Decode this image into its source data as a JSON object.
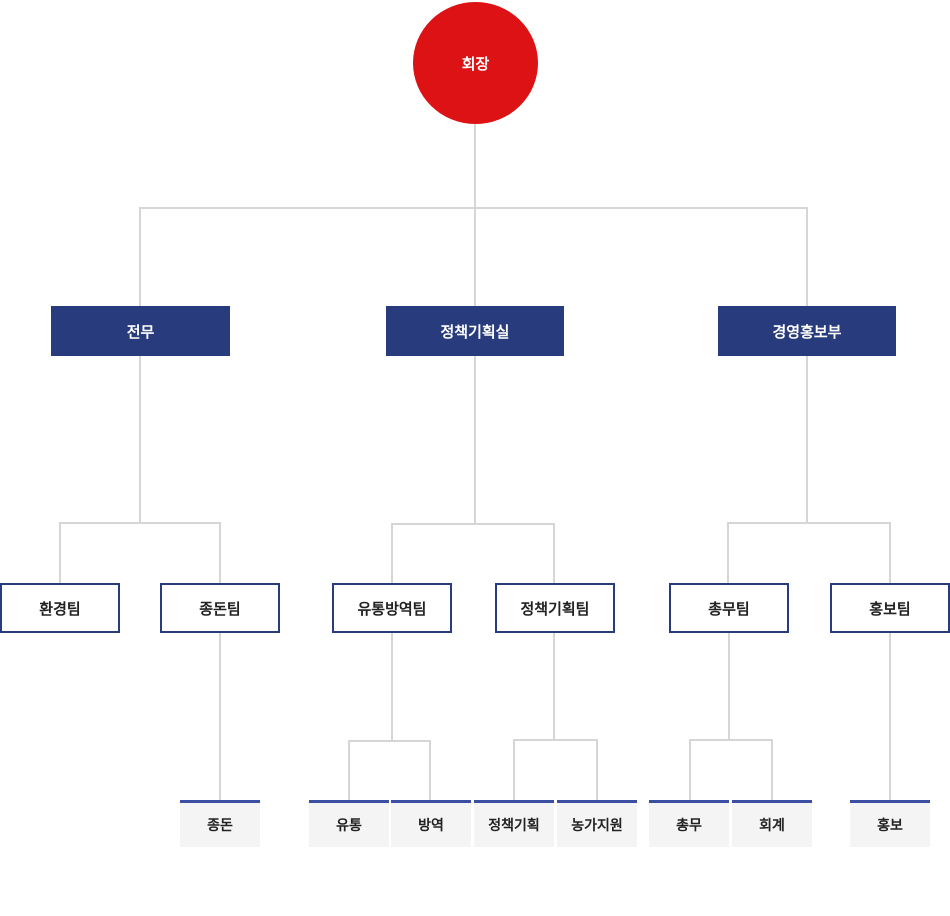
{
  "chairman": "회장",
  "departments": [
    {
      "label": "전무"
    },
    {
      "label": "정책기획실"
    },
    {
      "label": "경영홍보부"
    }
  ],
  "teams": [
    {
      "label": "환경팀"
    },
    {
      "label": "종돈팀"
    },
    {
      "label": "유통방역팀"
    },
    {
      "label": "정책기획팀"
    },
    {
      "label": "총무팀"
    },
    {
      "label": "홍보팀"
    }
  ],
  "units": [
    {
      "label": "종돈"
    },
    {
      "label": "유통"
    },
    {
      "label": "방역"
    },
    {
      "label": "정책기획"
    },
    {
      "label": "농가지원"
    },
    {
      "label": "총무"
    },
    {
      "label": "회계"
    },
    {
      "label": "홍보"
    }
  ],
  "colors": {
    "chairman": "#dc1214",
    "department": "#283b7c",
    "team_border": "#283b7c",
    "unit_accent": "#3a4fa3",
    "connector": "#d6d6d6"
  }
}
